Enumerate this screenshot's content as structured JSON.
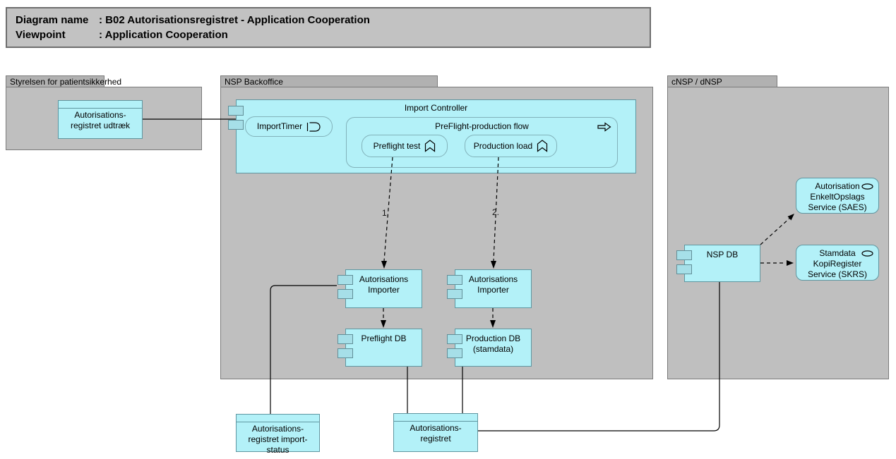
{
  "title": {
    "line1_label": "Diagram name",
    "line1_value": ": B02 Autorisationsregistret - Application Cooperation",
    "line2_label": "Viewpoint",
    "line2_value": ": Application Cooperation"
  },
  "groups": {
    "styrelsen": {
      "label": "Styrelsen for patientsikkerhed"
    },
    "nsp_backoffice": {
      "label": "NSP Backoffice"
    },
    "cnsp": {
      "label": "cNSP / dNSP"
    }
  },
  "nodes": {
    "udtraek": {
      "label": "Autorisations-\nregistret udtræk"
    },
    "import_controller": {
      "label": "Import Controller"
    },
    "import_timer": {
      "label": "ImportTimer",
      "icon": "event-icon"
    },
    "flow": {
      "label": "PreFlight-production flow",
      "icon": "process-arrow-icon"
    },
    "preflight_test": {
      "label": "Preflight test",
      "icon": "function-icon"
    },
    "production_load": {
      "label": "Production load",
      "icon": "function-icon"
    },
    "importer1": {
      "label": "Autorisations\nImporter"
    },
    "importer2": {
      "label": "Autorisations\nImporter"
    },
    "preflight_db": {
      "label": "Preflight DB"
    },
    "production_db": {
      "label": "Production DB\n(stamdata)"
    },
    "nsp_db": {
      "label": "NSP DB"
    },
    "saes": {
      "label": "Autorisation\nEnkeltOpslags\nService (SAES)",
      "icon": "service-oval-icon"
    },
    "skrs": {
      "label": "Stamdata\nKopiRegister\nService (SKRS)",
      "icon": "service-oval-icon"
    },
    "import_status": {
      "label": "Autorisations-\nregistret import-\nstatus"
    },
    "aut_registret": {
      "label": "Autorisations-\nregistret"
    }
  },
  "edge_labels": {
    "first": "1.",
    "second": "2."
  },
  "colors": {
    "node_fill": "#b3f1f8",
    "node_border": "#5f96a0",
    "port_fill": "#a6dfe8",
    "group_fill": "#bfbfbf",
    "group_tab_fill": "#b1b1b1",
    "title_fill": "#c2c2c2",
    "connector": "#000000"
  }
}
